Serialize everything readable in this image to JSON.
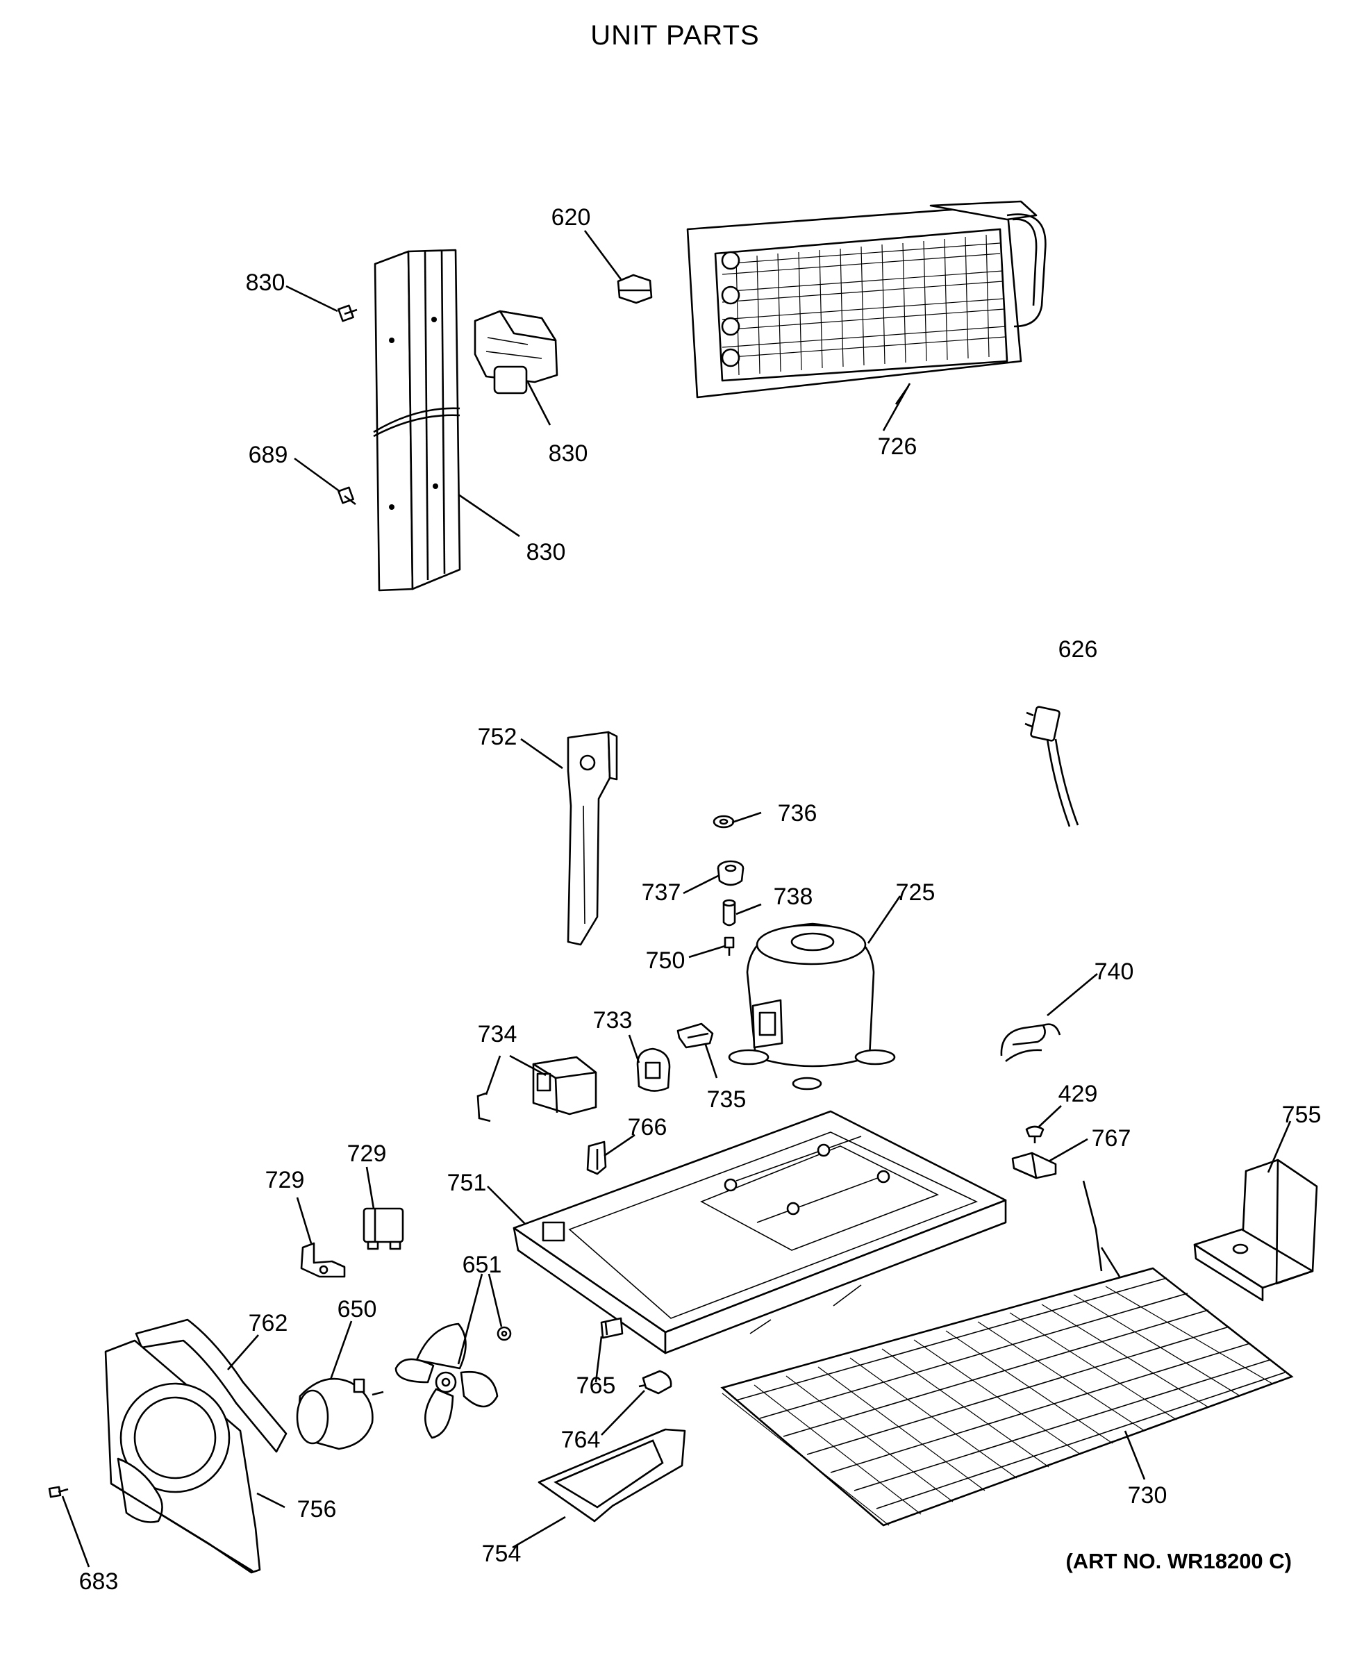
{
  "title": "UNIT PARTS",
  "art_number": "(ART NO. WR18200 C)",
  "callouts": {
    "c830a": "830",
    "c830b": "830",
    "c830c": "830",
    "c689": "689",
    "c620": "620",
    "c726": "726",
    "c626": "626",
    "c752": "752",
    "c736": "736",
    "c737": "737",
    "c738": "738",
    "c725": "725",
    "c750": "750",
    "c740": "740",
    "c734": "734",
    "c733": "733",
    "c735": "735",
    "c766": "766",
    "c429": "429",
    "c767": "767",
    "c755": "755",
    "c729a": "729",
    "c729b": "729",
    "c751": "751",
    "c651": "651",
    "c762": "762",
    "c650": "650",
    "c765": "765",
    "c764": "764",
    "c730": "730",
    "c683": "683",
    "c756": "756",
    "c754": "754"
  }
}
